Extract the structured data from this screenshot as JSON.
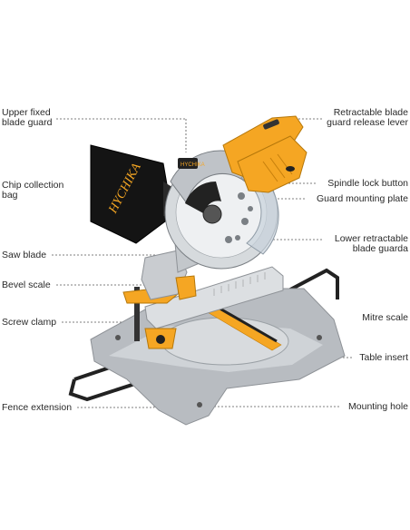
{
  "brand": {
    "logo_text": "HYCHIKA",
    "bag_logo_text": "HYCHIKA"
  },
  "labels": {
    "upper_fixed_blade_guard": [
      "Upper fixed",
      "blade guard"
    ],
    "chip_collection_bag": [
      "Chip collection",
      "bag"
    ],
    "saw_blade": "Saw blade",
    "bevel_scale": "Bevel scale",
    "screw_clamp": "Screw clamp",
    "fence_extension": "Fence extension",
    "retractable_blade_guard_release_lever": [
      "Retractable blade",
      "guard release lever"
    ],
    "spindle_lock_button": "Spindle lock button",
    "guard_mounting_plate": "Guard mounting plate",
    "lower_retractable_blade_guarda": [
      "Lower retractable",
      "blade guarda"
    ],
    "mitre_scale": "Mitre scale",
    "table_insert": "Table insert",
    "mounting_hole": "Mounting hole"
  },
  "colors": {
    "accent": "#f5a623",
    "body_gray": "#b9bdc2",
    "dark": "#2b2b2b",
    "blade": "#d9dde1",
    "leader": "#555555"
  }
}
